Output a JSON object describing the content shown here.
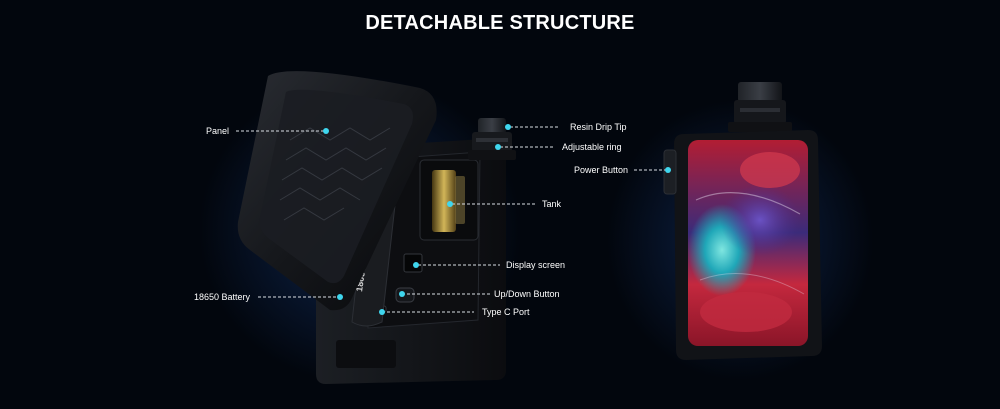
{
  "headline": "DETACHABLE STRUCTURE",
  "battery_engraving": "18650",
  "callouts": {
    "panel": "Panel",
    "battery": "18650 Battery",
    "drip_tip": "Resin Drip Tip",
    "adjustable_ring": "Adjustable ring",
    "tank": "Tank",
    "display_screen": "Display screen",
    "up_down_button": "Up/Down Button",
    "type_c_port": "Type C Port",
    "power_button": "Power Button"
  },
  "colors": {
    "background": "#02060d",
    "glow": "#183e82",
    "callout_dot": "#3fd6ee",
    "text": "#ffffff",
    "device_body": "#121418",
    "resin_red": "#c8243a",
    "resin_teal": "#1fa7b8",
    "resin_purple": "#4a2d8c"
  }
}
